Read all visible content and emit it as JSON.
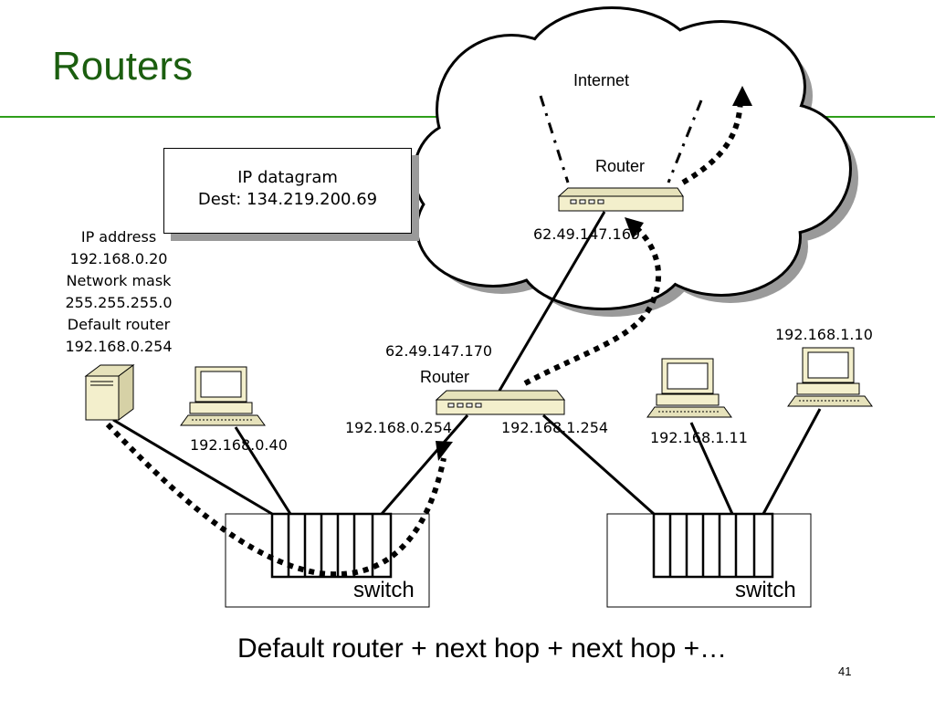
{
  "slide": {
    "title": "Routers",
    "caption": "Default router + next hop + next hop +…",
    "page_number": "41"
  },
  "colors": {
    "title": "#1b5e0f",
    "rule": "#2e9e1a",
    "shadow": "#9a9a9a",
    "device": "#f3efcc"
  },
  "datagram": {
    "line1": "IP datagram",
    "line2": "Dest: 134.219.200.69"
  },
  "host_info": [
    "IP address",
    "192.168.0.20",
    "Network mask",
    "255.255.255.0",
    "Default router",
    "192.168.0.254"
  ],
  "internet": {
    "label": "Internet",
    "router_label": "Router",
    "router_ip": "62.49.147.169"
  },
  "local_router": {
    "label": "Router",
    "wan_ip": "62.49.147.170",
    "lan0_ip": "192.168.0.254",
    "lan1_ip": "192.168.1.254"
  },
  "hosts": {
    "pc_a": "192.168.0.40",
    "pc_b": "192.168.1.11",
    "pc_c": "192.168.1.10"
  },
  "switches": {
    "left": "switch",
    "right": "switch"
  }
}
